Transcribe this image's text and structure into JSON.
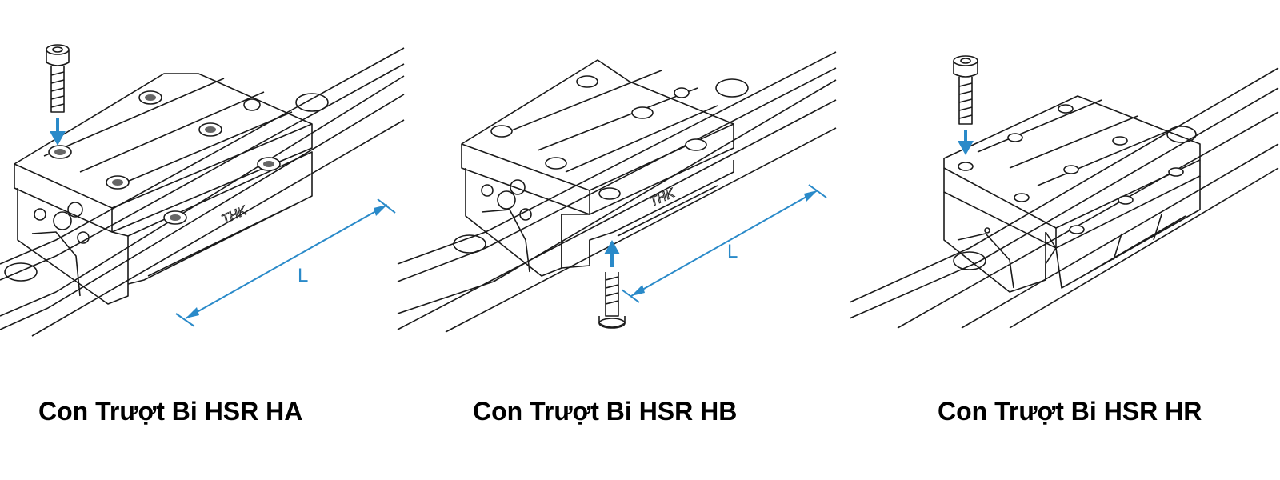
{
  "colors": {
    "line": "#1a1a1a",
    "accent": "#2a8ac9",
    "background": "#ffffff"
  },
  "panels": [
    {
      "caption": "Con Trượt Bi HSR HA",
      "dimension_label": "L",
      "brand_mark": "THK",
      "mounting": "top-bolt"
    },
    {
      "caption": "Con Trượt Bi HSR HB",
      "dimension_label": "L",
      "brand_mark": "THK",
      "mounting": "bottom-bolt"
    },
    {
      "caption": "Con Trượt Bi HSR HR",
      "mounting": "top-bolt"
    }
  ]
}
